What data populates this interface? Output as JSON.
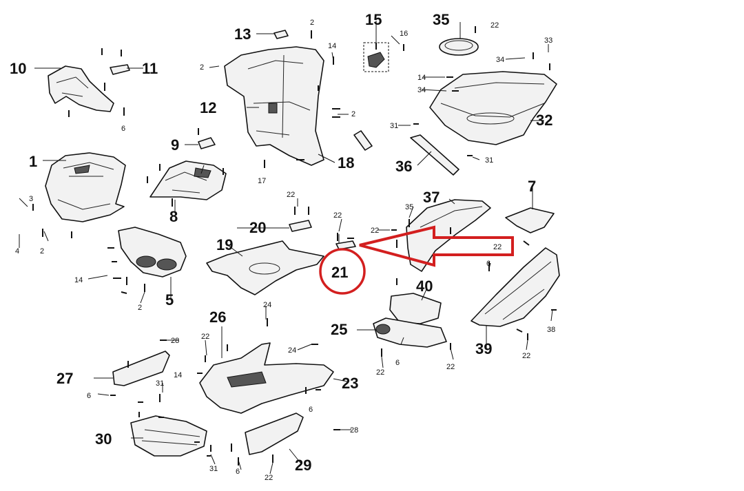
{
  "diagram": {
    "highlighted_part": "21",
    "highlight_color": "#d31f1f",
    "part_labels": [
      "1",
      "5",
      "7",
      "8",
      "9",
      "10",
      "11",
      "12",
      "13",
      "15",
      "18",
      "19",
      "20",
      "21",
      "23",
      "25",
      "26",
      "27",
      "29",
      "30",
      "32",
      "35",
      "36",
      "37",
      "39",
      "40"
    ],
    "fastener_labels": [
      "2",
      "3",
      "4",
      "6",
      "14",
      "16",
      "17",
      "22",
      "24",
      "28",
      "31",
      "33",
      "34",
      "38"
    ]
  }
}
